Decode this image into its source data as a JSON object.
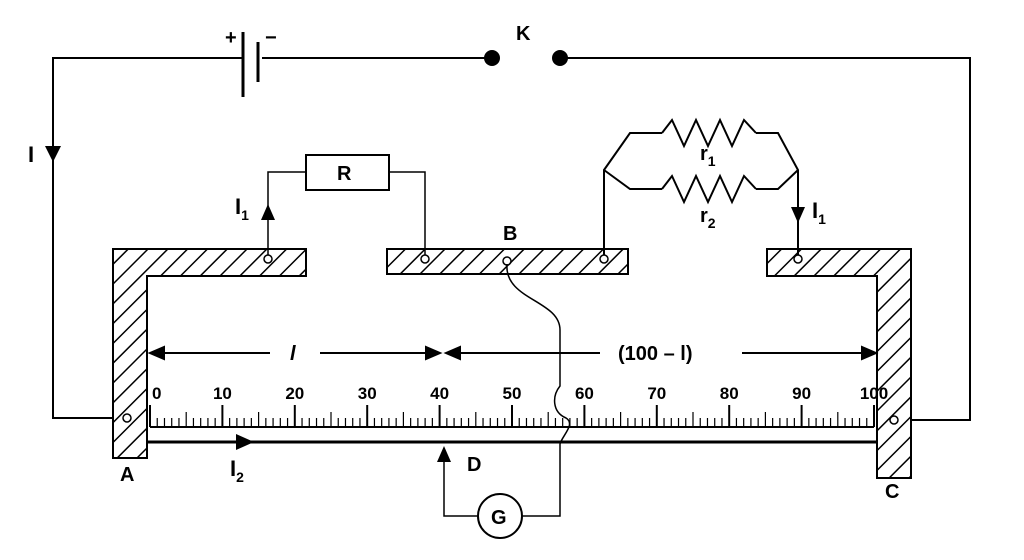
{
  "labels": {
    "battery_plus": "+",
    "battery_minus": "−",
    "key": "K",
    "current_main": "I",
    "resistor": "R",
    "current_branch": "I",
    "current_branch_sub": "1",
    "current_branch_right": "I",
    "current_branch_right_sub": "1",
    "r1": "r",
    "r1_sub": "1",
    "r2": "r",
    "r2_sub": "2",
    "terminal_b": "B",
    "length_left": "l",
    "length_right": "(100 – l)",
    "terminal_a": "A",
    "terminal_c": "C",
    "jockey_d": "D",
    "current_wire": "I",
    "current_wire_sub": "2",
    "galvanometer": "G"
  },
  "scale": {
    "marks": [
      "0",
      "10",
      "20",
      "30",
      "40",
      "50",
      "60",
      "70",
      "80",
      "90",
      "100"
    ],
    "min": 0,
    "max": 100,
    "minor_step": 1
  },
  "colors": {
    "line": "#000000",
    "background": "#ffffff"
  }
}
